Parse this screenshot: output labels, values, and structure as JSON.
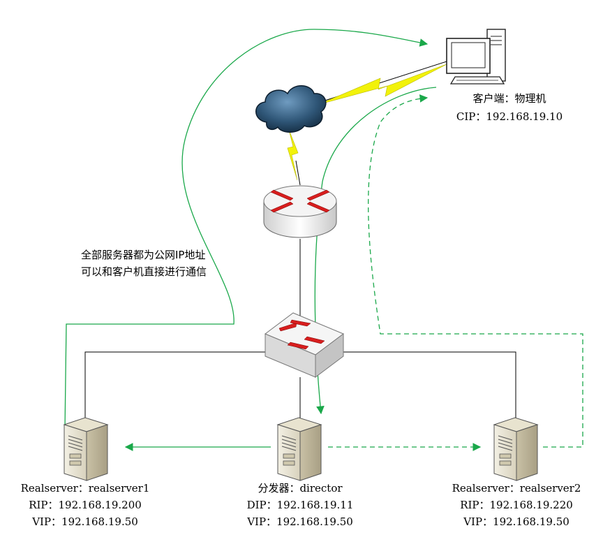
{
  "client": {
    "title": "客户端：物理机",
    "cip": "CIP：192.168.19.10"
  },
  "note": {
    "line1": "全部服务器都为公网IP地址",
    "line2": "可以和客户机直接进行通信"
  },
  "servers": {
    "rs1": {
      "name": "Realserver：realserver1",
      "rip": "RIP：192.168.19.200",
      "vip": "VIP：192.168.19.50"
    },
    "director": {
      "name": "分发器：director",
      "dip": "DIP：192.168.19.11",
      "vip": "VIP：192.168.19.50"
    },
    "rs2": {
      "name": "Realserver：realserver2",
      "rip": "RIP：192.168.19.220",
      "vip": "VIP：192.168.19.50"
    }
  },
  "colors": {
    "flow": "#1aa84a",
    "lightning": "#f2f20a",
    "router_arrow": "#d81e1e",
    "cloud": "#2a4f6e"
  },
  "icons": {
    "client": "desktop-computer-icon",
    "cloud": "internet-cloud-icon",
    "router": "router-icon",
    "switch": "switch-icon",
    "server": "server-tower-icon"
  }
}
